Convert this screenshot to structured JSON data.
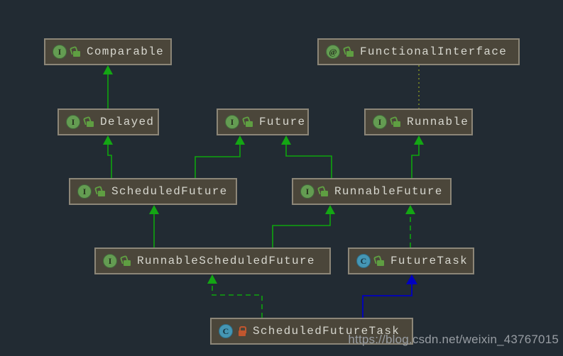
{
  "diagram_type": "uml-class-hierarchy",
  "nodes": [
    {
      "id": "comparable",
      "label": "Comparable",
      "kind": "interface",
      "icon_glyph": "I",
      "visibility": "public"
    },
    {
      "id": "functional-interface",
      "label": "FunctionalInterface",
      "kind": "annotation",
      "icon_glyph": "@",
      "visibility": "public"
    },
    {
      "id": "delayed",
      "label": "Delayed",
      "kind": "interface",
      "icon_glyph": "I",
      "visibility": "public"
    },
    {
      "id": "future",
      "label": "Future",
      "kind": "interface",
      "icon_glyph": "I",
      "visibility": "public"
    },
    {
      "id": "runnable",
      "label": "Runnable",
      "kind": "interface",
      "icon_glyph": "I",
      "visibility": "public"
    },
    {
      "id": "scheduled-future",
      "label": "ScheduledFuture",
      "kind": "interface",
      "icon_glyph": "I",
      "visibility": "public"
    },
    {
      "id": "runnable-future",
      "label": "RunnableFuture",
      "kind": "interface",
      "icon_glyph": "I",
      "visibility": "public"
    },
    {
      "id": "runnable-scheduled-future",
      "label": "RunnableScheduledFuture",
      "kind": "interface",
      "icon_glyph": "I",
      "visibility": "public"
    },
    {
      "id": "future-task",
      "label": "FutureTask",
      "kind": "class",
      "icon_glyph": "C",
      "visibility": "public"
    },
    {
      "id": "scheduled-future-task",
      "label": "ScheduledFutureTask",
      "kind": "class",
      "icon_glyph": "C",
      "visibility": "private"
    }
  ],
  "edges": [
    {
      "from": "delayed",
      "to": "comparable",
      "relation": "extends",
      "style": "solid-green"
    },
    {
      "from": "scheduled-future",
      "to": "delayed",
      "relation": "extends",
      "style": "solid-green"
    },
    {
      "from": "scheduled-future",
      "to": "future",
      "relation": "extends",
      "style": "solid-green"
    },
    {
      "from": "runnable-future",
      "to": "future",
      "relation": "extends",
      "style": "solid-green"
    },
    {
      "from": "runnable-future",
      "to": "runnable",
      "relation": "extends",
      "style": "solid-green"
    },
    {
      "from": "runnable-scheduled-future",
      "to": "scheduled-future",
      "relation": "extends",
      "style": "solid-green"
    },
    {
      "from": "runnable-scheduled-future",
      "to": "runnable-future",
      "relation": "extends",
      "style": "solid-green"
    },
    {
      "from": "future-task",
      "to": "runnable-future",
      "relation": "implements",
      "style": "dashed-green"
    },
    {
      "from": "scheduled-future-task",
      "to": "runnable-scheduled-future",
      "relation": "implements",
      "style": "dashed-green"
    },
    {
      "from": "scheduled-future-task",
      "to": "future-task",
      "relation": "extends",
      "style": "solid-blue"
    },
    {
      "from": "functional-interface",
      "to": "runnable",
      "relation": "annotates",
      "style": "dotted-olive"
    }
  ],
  "watermark": "https://blog.csdn.net/weixin_43767015",
  "colors": {
    "background": "#222b33",
    "node_fill": "#4b463a",
    "node_border": "#8c8678",
    "label_text": "#d7d7cf",
    "interface_icon_green": "#649c52",
    "class_icon_blue": "#4596b4",
    "edge_green": "#0ea50e",
    "edge_blue": "#0000c0",
    "edge_olive_dotted": "#98a520",
    "lock_open_green": "#5f9e42",
    "lock_closed_orange": "#c1562e"
  }
}
